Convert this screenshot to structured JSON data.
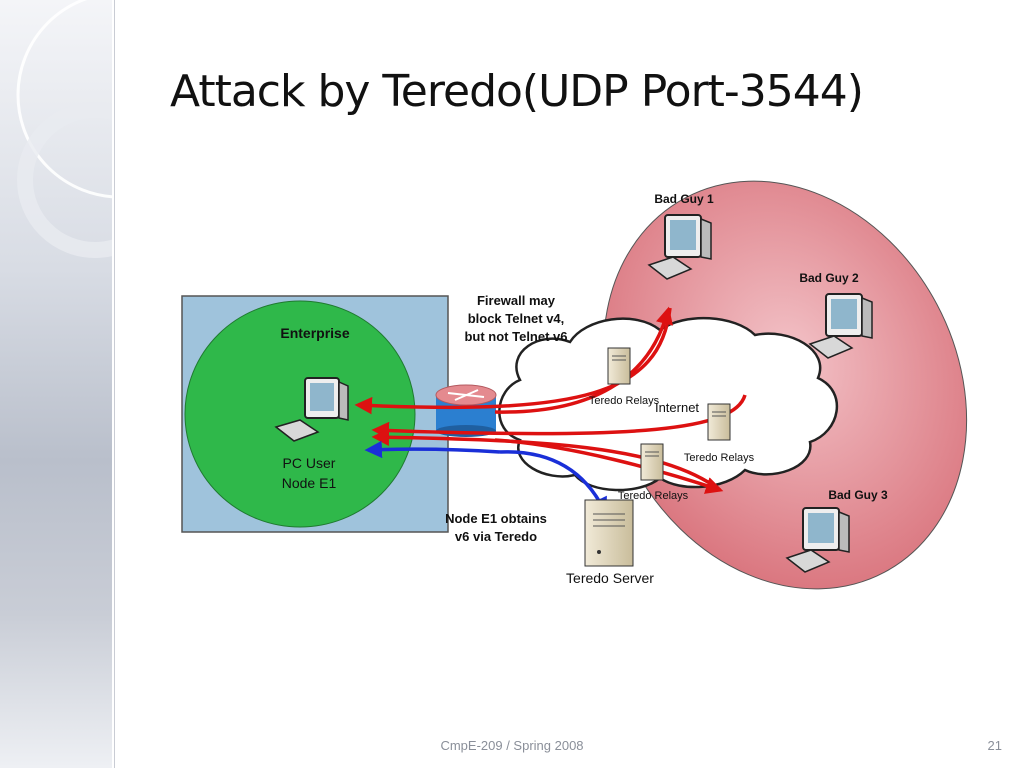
{
  "slide": {
    "title": "Attack by Teredo(UDP Port-3544)",
    "footer": "CmpE-209 / Spring 2008",
    "page_number": "21"
  },
  "diagram": {
    "enterprise_label": "Enterprise",
    "pc_user_line1": "PC User",
    "pc_user_line2": "Node E1",
    "firewall_note": [
      "Firewall may",
      "block Telnet v4,",
      "but not Telnet v6"
    ],
    "node_note": [
      "Node E1 obtains",
      "v6 via Teredo"
    ],
    "internet_label": "Internet",
    "relay_labels": [
      "Teredo Relays",
      "Teredo Relays",
      "Teredo Relays"
    ],
    "teredo_server_label": "Teredo Server",
    "bad_guys": [
      "Bad Guy 1",
      "Bad Guy 2",
      "Bad Guy 3"
    ],
    "colors": {
      "enterprise_box": "#9fc3dc",
      "enterprise_circle": "#2fb84a",
      "attack_zone": "#d9737c",
      "attack_arrow": "#dd1111",
      "teredo_arrow": "#1a2fd8",
      "router": "#2b7fd0"
    },
    "icons": [
      "monitor-icon",
      "router-icon",
      "server-icon",
      "cloud-icon"
    ]
  }
}
